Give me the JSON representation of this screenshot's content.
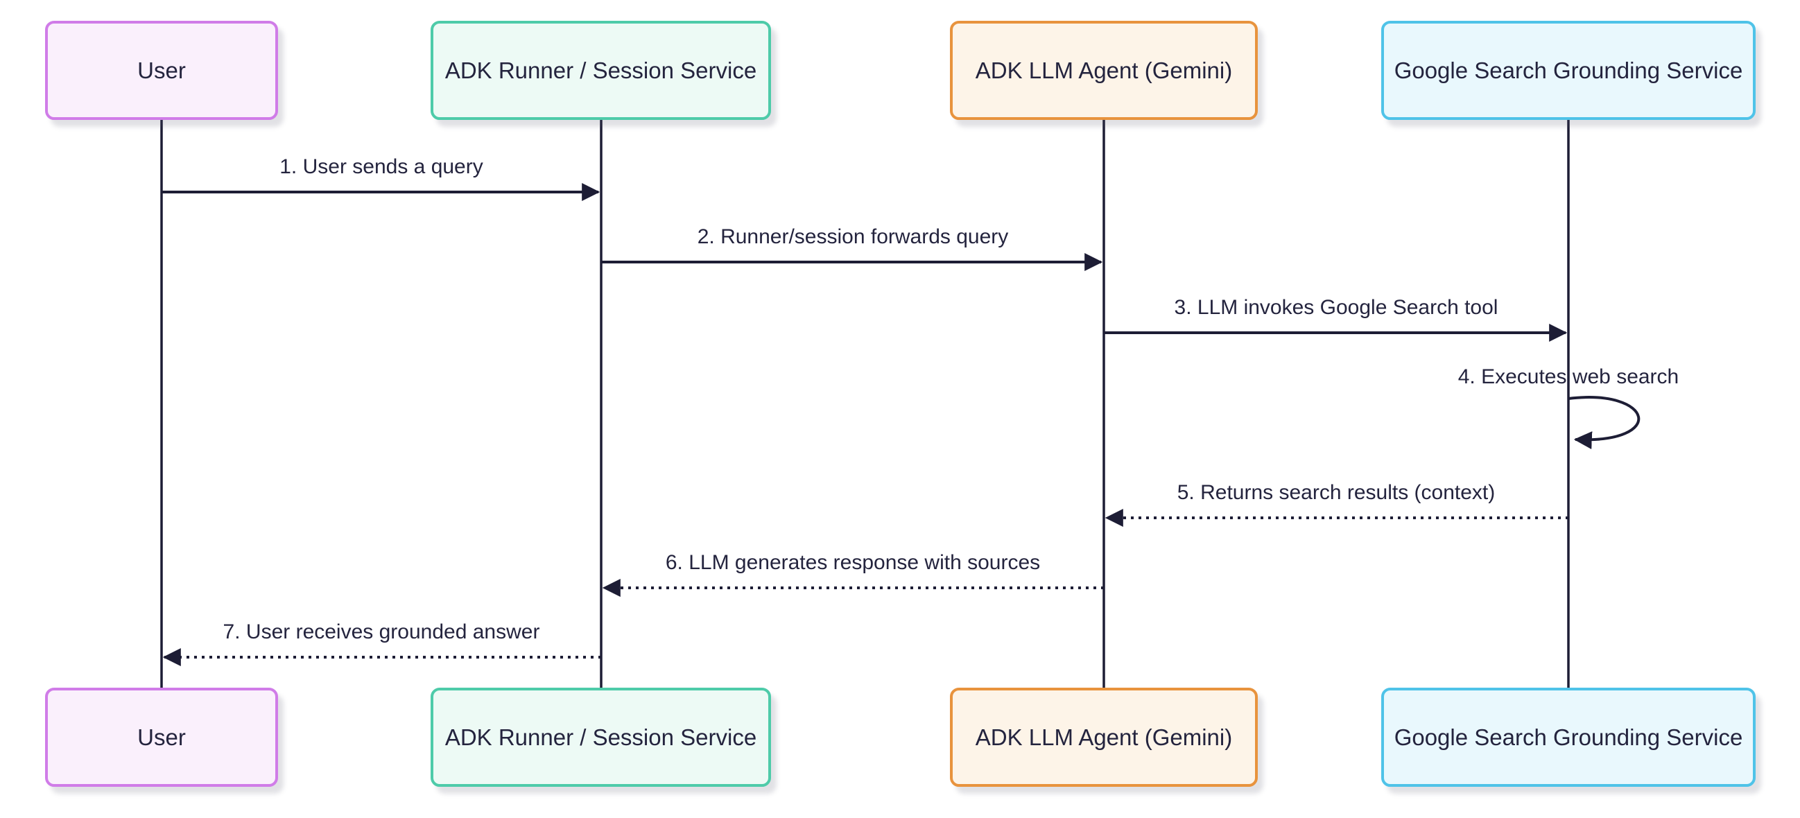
{
  "diagram": {
    "type": "sequence-diagram",
    "background": "#ffffff",
    "colors": {
      "line": "#1d1d35",
      "text": "#24243e",
      "user_border": "#d07ce8",
      "user_fill": "#faf0fc",
      "runner_border": "#4ecba9",
      "runner_fill": "#edfaf5",
      "llm_border": "#e8933d",
      "llm_fill": "#fdf4e8",
      "google_border": "#4fc3e8",
      "google_fill": "#e9f8fd"
    },
    "actors": [
      {
        "id": "user",
        "label": "User",
        "fill": "#faf0fc",
        "border": "#d07ce8"
      },
      {
        "id": "adk-runner",
        "label": "ADK Runner / Session Service",
        "fill": "#edfaf5",
        "border": "#4ecba9"
      },
      {
        "id": "adk-llm-agent",
        "label": "ADK LLM Agent (Gemini)",
        "fill": "#fdf4e8",
        "border": "#e8933d"
      },
      {
        "id": "google-search",
        "label": "Google Search Grounding Service",
        "fill": "#e9f8fd",
        "border": "#4fc3e8"
      }
    ],
    "messages": [
      {
        "label": "1. User sends a query",
        "from": "user",
        "to": "adk-runner",
        "line": "solid",
        "direction": "right"
      },
      {
        "label": "2. Runner/session forwards query",
        "from": "adk-runner",
        "to": "adk-llm-agent",
        "line": "solid",
        "direction": "right"
      },
      {
        "label": "3. LLM invokes Google Search tool",
        "from": "adk-llm-agent",
        "to": "google-search",
        "line": "solid",
        "direction": "right"
      },
      {
        "label": "4. Executes web search",
        "from": "google-search",
        "to": "google-search",
        "line": "solid",
        "direction": "self-loop"
      },
      {
        "label": "5. Returns search results (context)",
        "from": "google-search",
        "to": "adk-llm-agent",
        "line": "dotted",
        "direction": "left"
      },
      {
        "label": "6. LLM generates response with sources",
        "from": "adk-llm-agent",
        "to": "adk-runner",
        "line": "dotted",
        "direction": "left"
      },
      {
        "label": "7. User receives grounded answer",
        "from": "adk-runner",
        "to": "user",
        "line": "dotted",
        "direction": "left"
      }
    ]
  }
}
